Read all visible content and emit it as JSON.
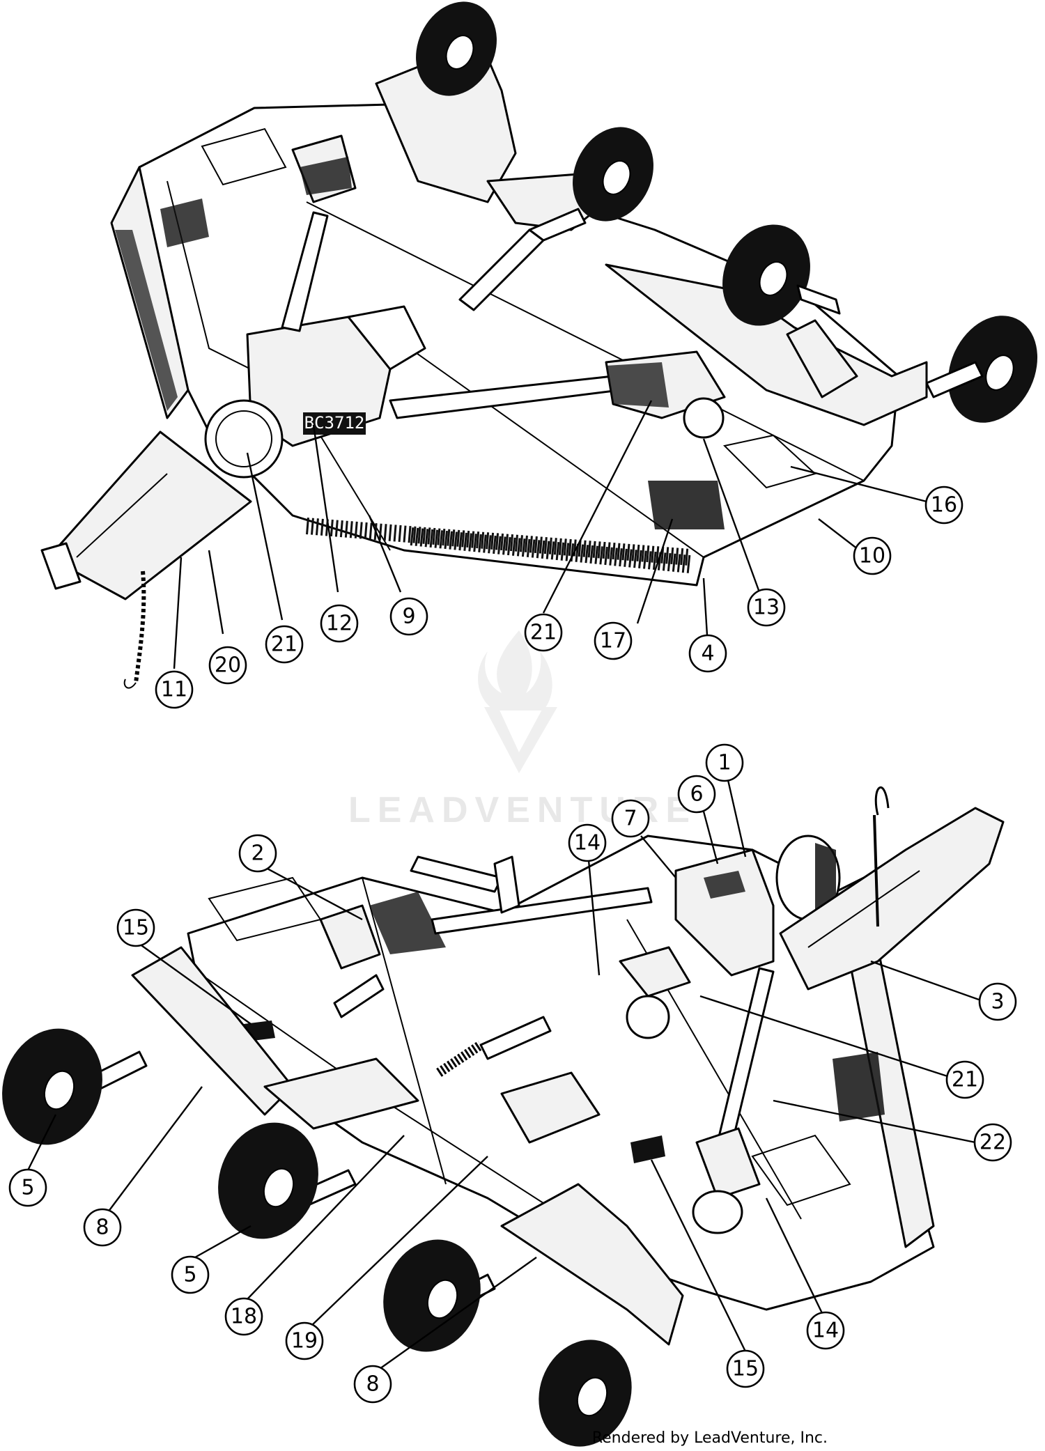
{
  "footer_text": "Rendered by LeadVenture, Inc.",
  "watermark_text": "LEADVENTURE",
  "decal_text": "BC3712",
  "callouts_top": [
    {
      "label": "16"
    },
    {
      "label": "10"
    },
    {
      "label": "13"
    },
    {
      "label": "4"
    },
    {
      "label": "17"
    },
    {
      "label": "21"
    },
    {
      "label": "9"
    },
    {
      "label": "12"
    },
    {
      "label": "21"
    },
    {
      "label": "20"
    },
    {
      "label": "11"
    }
  ],
  "callouts_bottom": [
    {
      "label": "1"
    },
    {
      "label": "6"
    },
    {
      "label": "7"
    },
    {
      "label": "14"
    },
    {
      "label": "2"
    },
    {
      "label": "15"
    },
    {
      "label": "3"
    },
    {
      "label": "21"
    },
    {
      "label": "22"
    },
    {
      "label": "5"
    },
    {
      "label": "8"
    },
    {
      "label": "5"
    },
    {
      "label": "18"
    },
    {
      "label": "19"
    },
    {
      "label": "8"
    },
    {
      "label": "15"
    },
    {
      "label": "14"
    }
  ]
}
